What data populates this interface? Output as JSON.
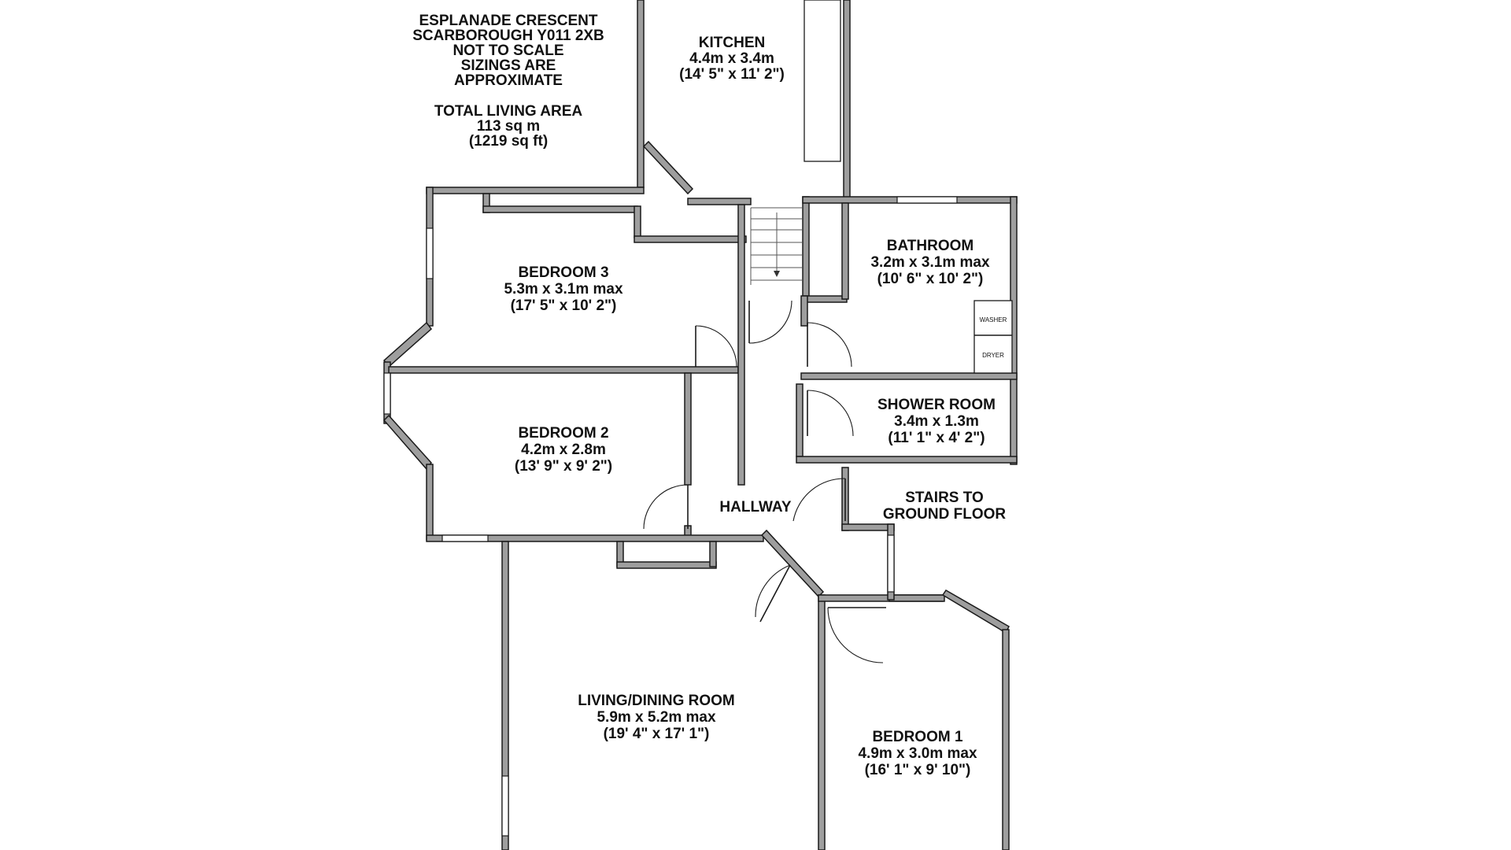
{
  "header": {
    "lines": [
      "ESPLANADE CRESCENT",
      "SCARBOROUGH Y011 2XB",
      "NOT TO SCALE",
      "SIZINGS ARE",
      "APPROXIMATE"
    ],
    "area_title": "TOTAL LIVING AREA",
    "area_metric": "113 sq m",
    "area_imperial": "(1219 sq ft)"
  },
  "rooms": {
    "kitchen": {
      "name": "KITCHEN",
      "metric": "4.4m x 3.4m",
      "imperial": "(14' 5\" x 11' 2\")"
    },
    "bedroom3": {
      "name": "BEDROOM 3",
      "metric": "5.3m x 3.1m max",
      "imperial": "(17' 5\" x 10' 2\")"
    },
    "bathroom": {
      "name": "BATHROOM",
      "metric": "3.2m x 3.1m max",
      "imperial": "(10' 6\" x 10' 2\")"
    },
    "bedroom2": {
      "name": "BEDROOM 2",
      "metric": "4.2m x 2.8m",
      "imperial": "(13' 9\" x 9' 2\")"
    },
    "shower_room": {
      "name": "SHOWER ROOM",
      "metric": "3.4m x 1.3m",
      "imperial": "(11' 1\" x 4' 2\")"
    },
    "hallway": {
      "name": "HALLWAY"
    },
    "stairs": {
      "line1": "STAIRS TO",
      "line2": "GROUND FLOOR"
    },
    "living": {
      "name": "LIVING/DINING ROOM",
      "metric": "5.9m x 5.2m max",
      "imperial": "(19' 4\" x 17' 1\")"
    },
    "bedroom1": {
      "name": "BEDROOM 1",
      "metric": "4.9m x 3.0m max",
      "imperial": "(16' 1\" x 9' 10\")"
    }
  },
  "fixtures": {
    "washer": "WASHER",
    "dryer": "DRYER"
  },
  "colors": {
    "wall_fill": "#9e9e9e",
    "wall_stroke": "#1a1a1a",
    "background": "#ffffff",
    "text": "#111111"
  }
}
